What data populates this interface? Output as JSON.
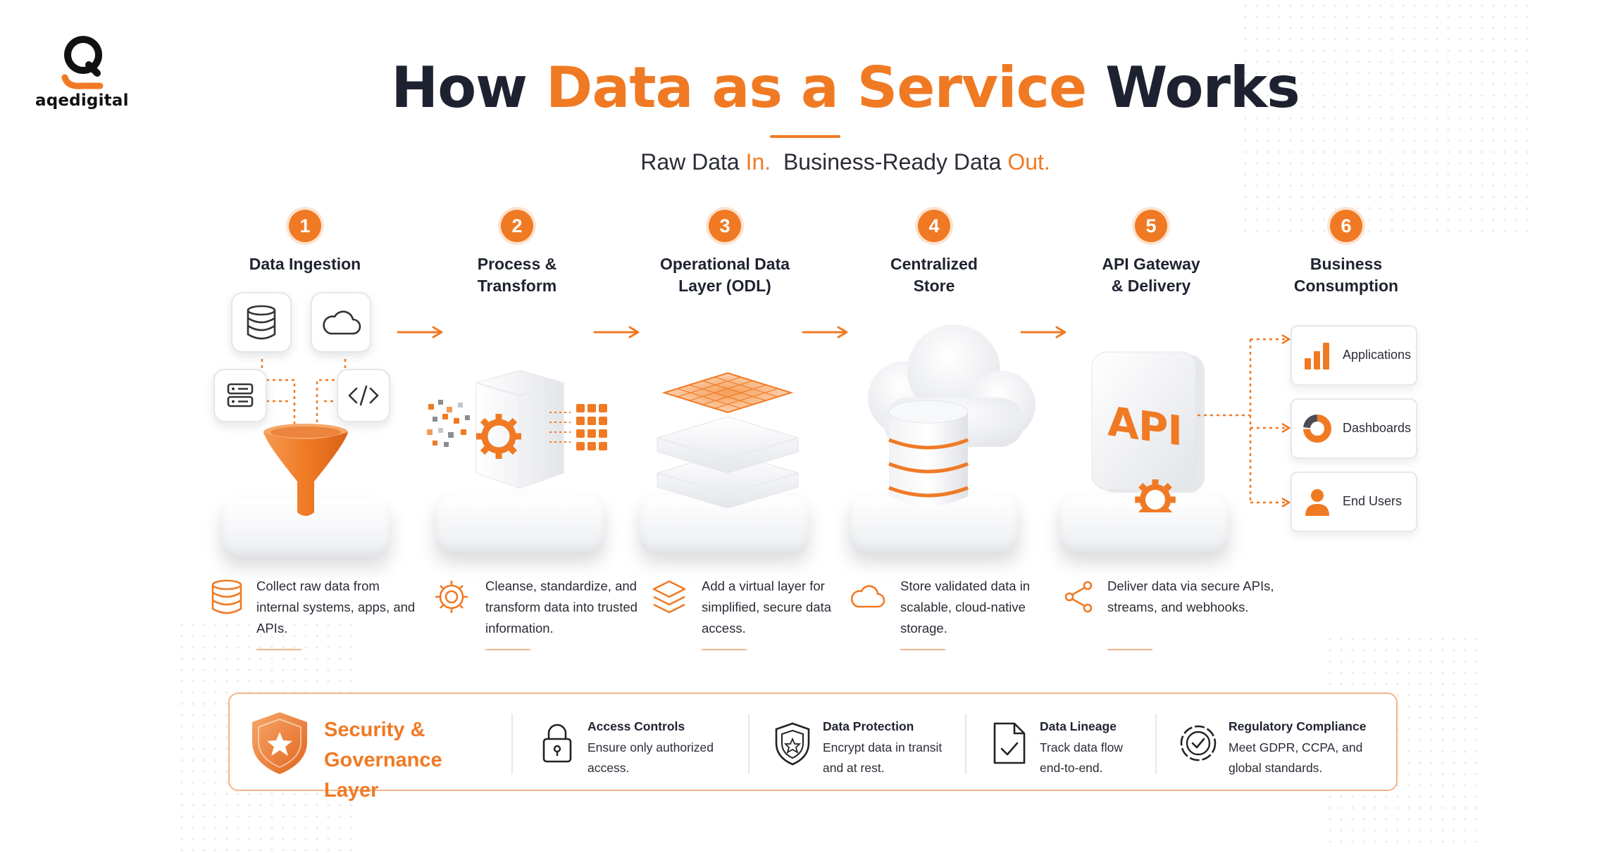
{
  "logo": {
    "text": "aqedigital"
  },
  "title": {
    "part1": "How ",
    "highlight": "Data as a Service",
    "part2": " Works"
  },
  "subtitle": {
    "part1": "Raw Data ",
    "hl1": "In.",
    "part2": "  Business-Ready Data ",
    "hl2": "Out."
  },
  "colors": {
    "accent": "#f07a24",
    "text": "#1e2230",
    "accent_light": "#fde3cf"
  },
  "steps": [
    {
      "number": "1",
      "label_line1": "Data Ingestion",
      "label_line2": "",
      "desc": "Collect raw data from internal systems, apps, and APIs.",
      "icon": "database-icon"
    },
    {
      "number": "2",
      "label_line1": "Process &",
      "label_line2": "Transform",
      "desc": "Cleanse, standardize, and transform data into trusted information.",
      "icon": "gear-icon"
    },
    {
      "number": "3",
      "label_line1": "Operational Data",
      "label_line2": "Layer (ODL)",
      "desc": "Add a virtual layer for simplified, secure data access.",
      "icon": "layers-icon"
    },
    {
      "number": "4",
      "label_line1": "Centralized",
      "label_line2": "Store",
      "desc": "Store validated data in scalable, cloud-native storage.",
      "icon": "cloud-icon"
    },
    {
      "number": "5",
      "label_line1": "API Gateway",
      "label_line2": "& Delivery",
      "desc": "Deliver data via secure APIs, streams, and webhooks.",
      "icon": "share-icon"
    },
    {
      "number": "6",
      "label_line1": "Business",
      "label_line2": "Consumption",
      "desc": "",
      "icon": ""
    }
  ],
  "api_label": "API",
  "consumption": [
    {
      "label": "Applications",
      "icon": "bar-chart-icon"
    },
    {
      "label": "Dashboards",
      "icon": "donut-chart-icon"
    },
    {
      "label": "End Users",
      "icon": "user-icon"
    }
  ],
  "governance": {
    "title_line1": "Security &",
    "title_line2": "Governance Layer",
    "items": [
      {
        "title": "Access Controls",
        "desc": "Ensure only authorized access.",
        "icon": "lock-icon"
      },
      {
        "title": "Data Protection",
        "desc": "Encrypt data in transit and at rest.",
        "icon": "shield-icon"
      },
      {
        "title": "Data Lineage",
        "desc": "Track data flow end-to-end.",
        "icon": "document-check-icon"
      },
      {
        "title": "Regulatory Compliance",
        "desc": "Meet GDPR, CCPA, and global standards.",
        "icon": "badge-check-icon"
      }
    ]
  }
}
